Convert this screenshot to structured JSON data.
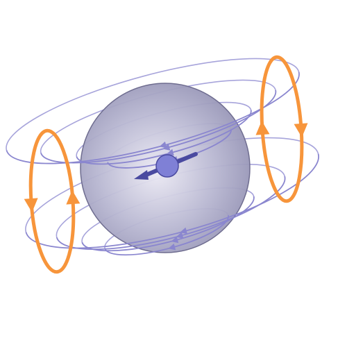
{
  "diagram": {
    "elements": [
      {
        "name": "magnetic-sphere",
        "kind": "sphere"
      },
      {
        "name": "magnetic-dipole-arrow",
        "kind": "arrow"
      },
      {
        "name": "field-loop",
        "kind": "closed-curve",
        "count": 8
      },
      {
        "name": "orange-current-loop-left",
        "kind": "closed-curve"
      },
      {
        "name": "orange-current-loop-right",
        "kind": "closed-curve"
      }
    ]
  },
  "colors": {
    "background": "#ffffff",
    "sphere_center": "#eceaf4",
    "sphere_mid": "#b9b8d2",
    "sphere_edge": "#8f8db0",
    "sphere_outline": "#6e6c8f",
    "field_line": "#8a86cf",
    "field_arrow": "#8a86cf",
    "dipole": "#4a4aa0",
    "dipole_head": "#7f80d6",
    "orange": "#f7953b"
  }
}
